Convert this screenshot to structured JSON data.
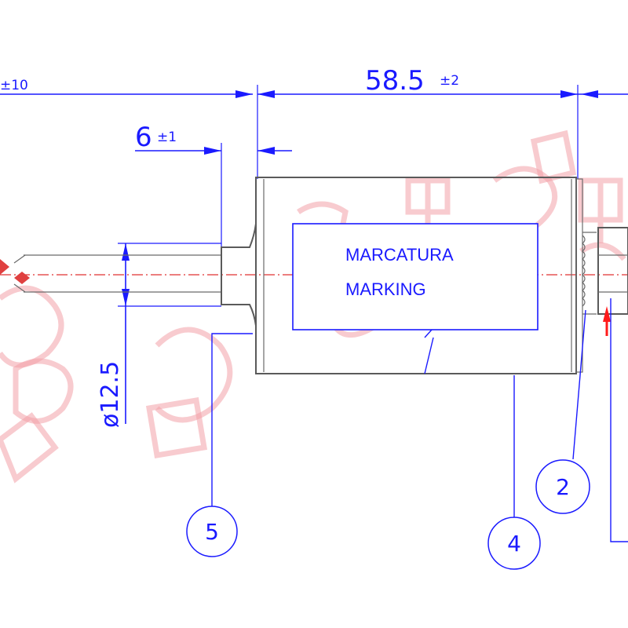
{
  "dimensions": {
    "overall_partial": {
      "value": "",
      "tolerance": "±10"
    },
    "body_length": {
      "value": "58.5",
      "tolerance": "±2"
    },
    "boss_length": {
      "value": "6",
      "tolerance": "±1"
    },
    "boss_diameter": {
      "value": "ø12.5"
    }
  },
  "marking_box": {
    "line1": "MARCATURA",
    "line2": "MARKING"
  },
  "balloons": [
    {
      "id": "balloon-2",
      "number": "2"
    },
    {
      "id": "balloon-4",
      "number": "4"
    },
    {
      "id": "balloon-5",
      "number": "5"
    }
  ],
  "colors": {
    "dimension": "#1a1aff",
    "outline": "#5a5a5a",
    "centerline": "#e03030",
    "watermark": "#f2a0a8"
  }
}
